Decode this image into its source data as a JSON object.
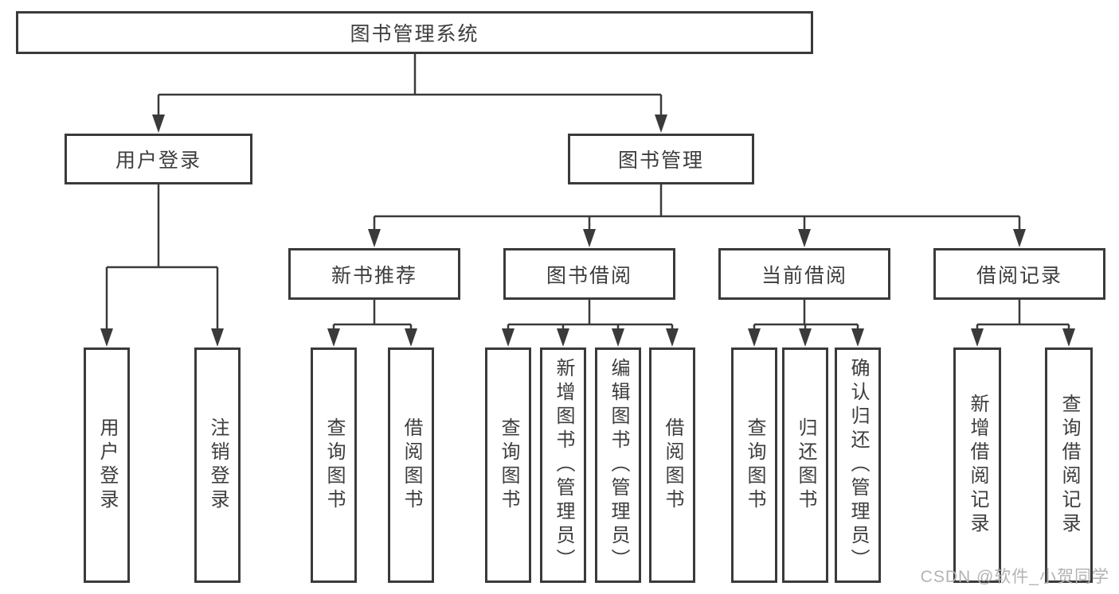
{
  "nodes": {
    "root": "图书管理系统",
    "user_login": "用户登录",
    "book_mgmt": "图书管理",
    "new_book_rec": "新书推荐",
    "book_borrow": "图书借阅",
    "current_borrow": "当前借阅",
    "borrow_record": "借阅记录",
    "ul_login": "用户登录",
    "ul_logout": "注销登录",
    "nb_query": "查询图书",
    "nb_borrow": "借阅图书",
    "bb_query": "查询图书",
    "bb_add": "新增图书（管理员）",
    "bb_edit": "编辑图书（管理员）",
    "bb_borrow": "借阅图书",
    "cb_query": "查询图书",
    "cb_return": "归还图书",
    "cb_confirm": "确认归还（管理员）",
    "br_add": "新增借阅记录",
    "br_query": "查询借阅记录"
  },
  "watermark": "CSDN @软件_小贺同学",
  "colors": {
    "line": "#3a3a3a",
    "text": "#3d3d3d",
    "watermark": "#b3b3b3",
    "background": "#ffffff"
  }
}
